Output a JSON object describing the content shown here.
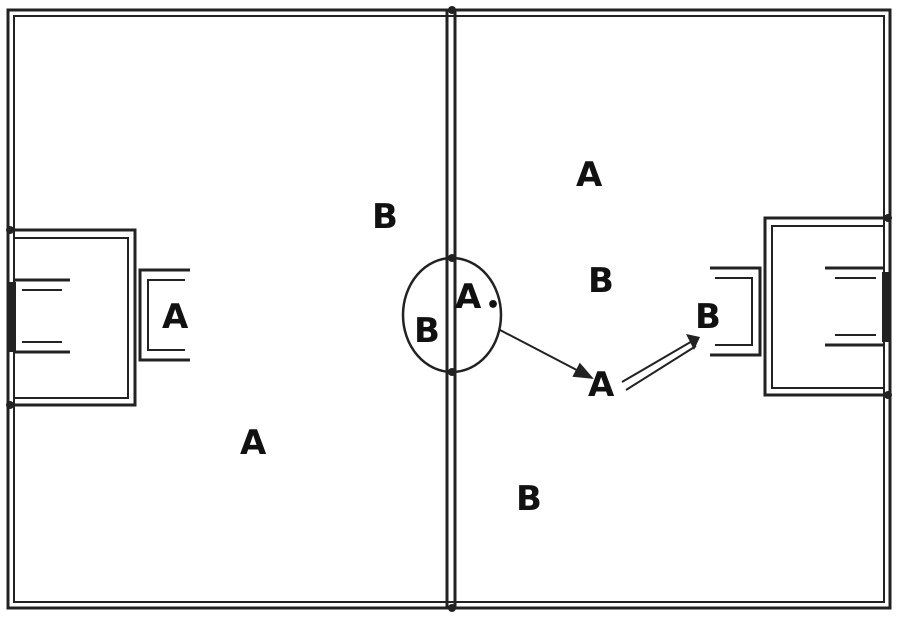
{
  "diagram": {
    "players": [
      {
        "id": "a1",
        "team": "A",
        "label": "A"
      },
      {
        "id": "a2",
        "team": "A",
        "label": "A"
      },
      {
        "id": "a3",
        "team": "A",
        "label": "A"
      },
      {
        "id": "a4",
        "team": "A",
        "label": "A"
      },
      {
        "id": "a5",
        "team": "A",
        "label": "A"
      },
      {
        "id": "b1",
        "team": "B",
        "label": "B"
      },
      {
        "id": "b2",
        "team": "B",
        "label": "B"
      },
      {
        "id": "b3",
        "team": "B",
        "label": "B"
      },
      {
        "id": "b4",
        "team": "B",
        "label": "B"
      },
      {
        "id": "b5",
        "team": "B",
        "label": "B"
      }
    ],
    "ball_marker": "•",
    "movements": [
      {
        "from": "a4",
        "to": "a5",
        "style": "single-arrow"
      },
      {
        "from": "a5",
        "to": "b4",
        "style": "double-arrow"
      }
    ]
  }
}
